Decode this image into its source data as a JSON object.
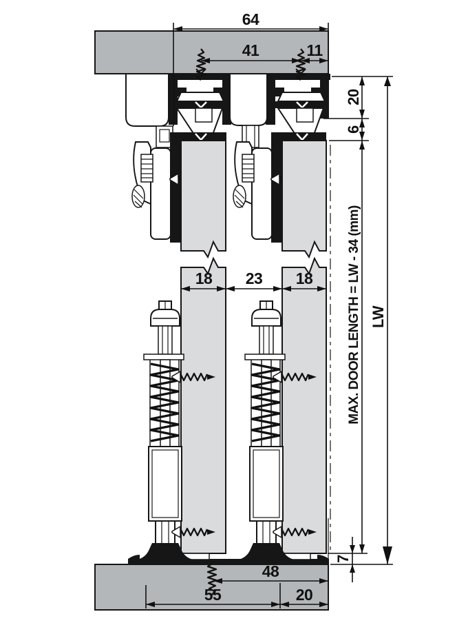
{
  "drawing": {
    "kind": "sliding-door-hardware-cross-section"
  },
  "dims": {
    "top_total": "64",
    "screw_spacing": "41",
    "edge_offset": "11",
    "track_height": "20",
    "top_clearance": "6",
    "door1_thickness": "18",
    "door_gap": "23",
    "door2_thickness": "18",
    "max_door_length": "MAX. DOOR LENGTH = LW - 34 (mm)",
    "clear_width": "LW",
    "bottom_clearance": "7",
    "bottom_screw_offset": "48",
    "bottom_left_span": "55",
    "bottom_right_span": "20"
  },
  "colors": {
    "panel_fill": "#b4b7b9",
    "door_fill": "#d9dbdc",
    "line": "#161616",
    "bg": "#ffffff"
  }
}
